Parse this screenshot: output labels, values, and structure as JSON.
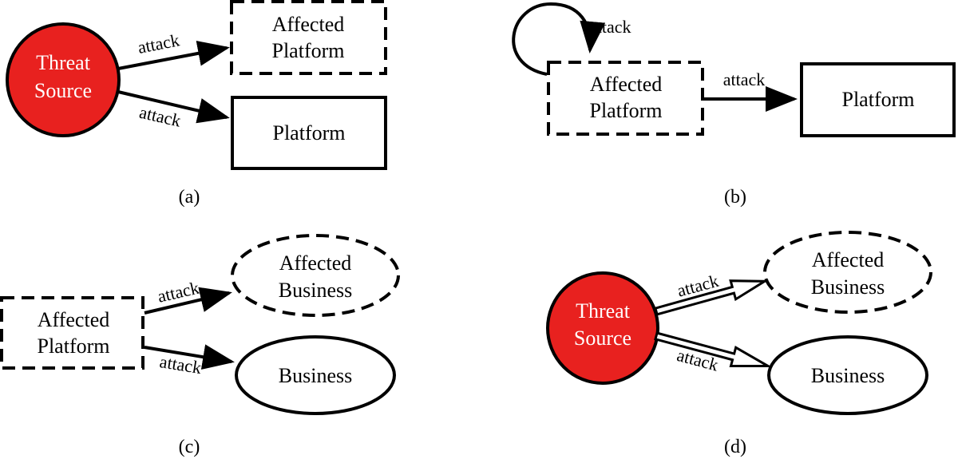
{
  "colors": {
    "threat_source_fill": "#e8211f",
    "stroke": "#000000",
    "background": "#ffffff"
  },
  "panels": {
    "a": {
      "caption": "(a)",
      "threat_source": [
        "Threat",
        "Source"
      ],
      "affected_platform": [
        "Affected",
        "Platform"
      ],
      "platform": "Platform",
      "edge_to_affected": "attack",
      "edge_to_platform": "attack"
    },
    "b": {
      "caption": "(b)",
      "self_loop": "attack",
      "affected_platform": [
        "Affected",
        "Platform"
      ],
      "edge_to_platform": "attack",
      "platform": "Platform"
    },
    "c": {
      "caption": "(c)",
      "affected_platform": [
        "Affected",
        "Platform"
      ],
      "affected_business": [
        "Affected",
        "Business"
      ],
      "business": "Business",
      "edge_to_affected": "attack",
      "edge_to_business": "attack"
    },
    "d": {
      "caption": "(d)",
      "threat_source": [
        "Threat",
        "Source"
      ],
      "affected_business": [
        "Affected",
        "Business"
      ],
      "business": "Business",
      "edge_to_affected": "attack",
      "edge_to_business": "attack"
    }
  }
}
